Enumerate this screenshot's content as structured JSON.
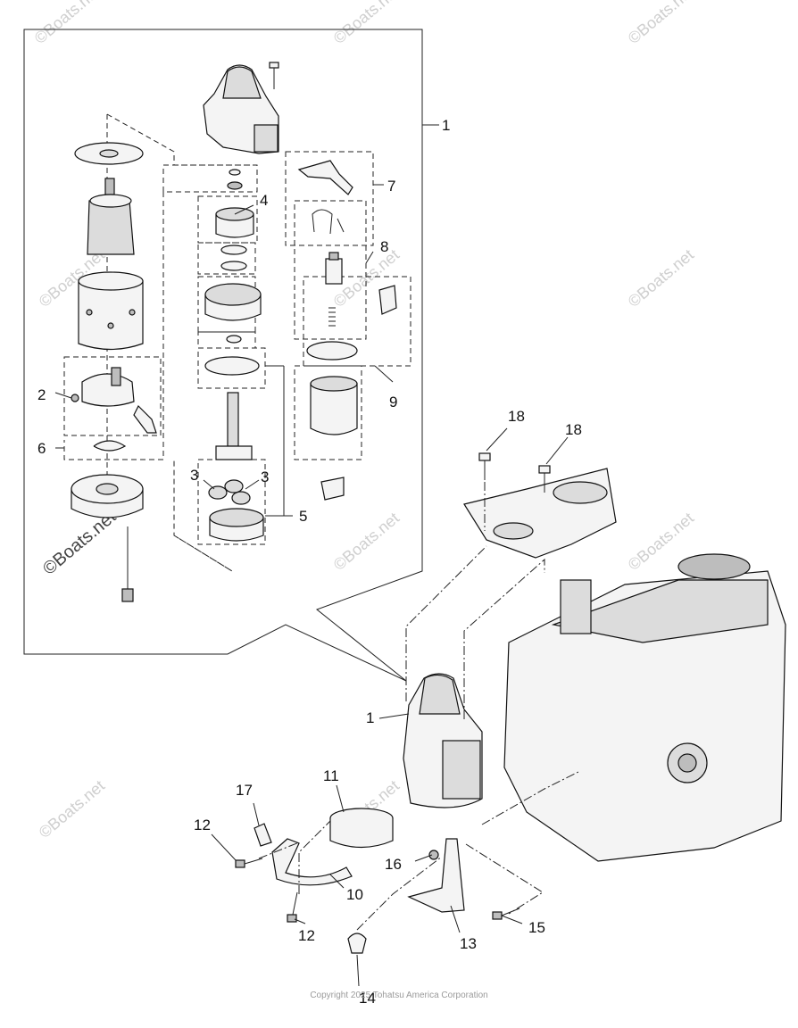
{
  "watermark": "©Boats.net",
  "copyright": "Copyright 2025 Tohatsu America Corporation",
  "callouts": [
    {
      "id": "c1a",
      "label": "1"
    },
    {
      "id": "c1b",
      "label": "1"
    },
    {
      "id": "c2",
      "label": "2"
    },
    {
      "id": "c3a",
      "label": "3"
    },
    {
      "id": "c3b",
      "label": "3"
    },
    {
      "id": "c4",
      "label": "4"
    },
    {
      "id": "c5",
      "label": "5"
    },
    {
      "id": "c6",
      "label": "6"
    },
    {
      "id": "c7",
      "label": "7"
    },
    {
      "id": "c8",
      "label": "8"
    },
    {
      "id": "c9",
      "label": "9"
    },
    {
      "id": "c10",
      "label": "10"
    },
    {
      "id": "c11",
      "label": "11"
    },
    {
      "id": "c12a",
      "label": "12"
    },
    {
      "id": "c12b",
      "label": "12"
    },
    {
      "id": "c13",
      "label": "13"
    },
    {
      "id": "c14",
      "label": "14"
    },
    {
      "id": "c15",
      "label": "15"
    },
    {
      "id": "c16",
      "label": "16"
    },
    {
      "id": "c17",
      "label": "17"
    },
    {
      "id": "c18a",
      "label": "18"
    },
    {
      "id": "c18b",
      "label": "18"
    }
  ]
}
